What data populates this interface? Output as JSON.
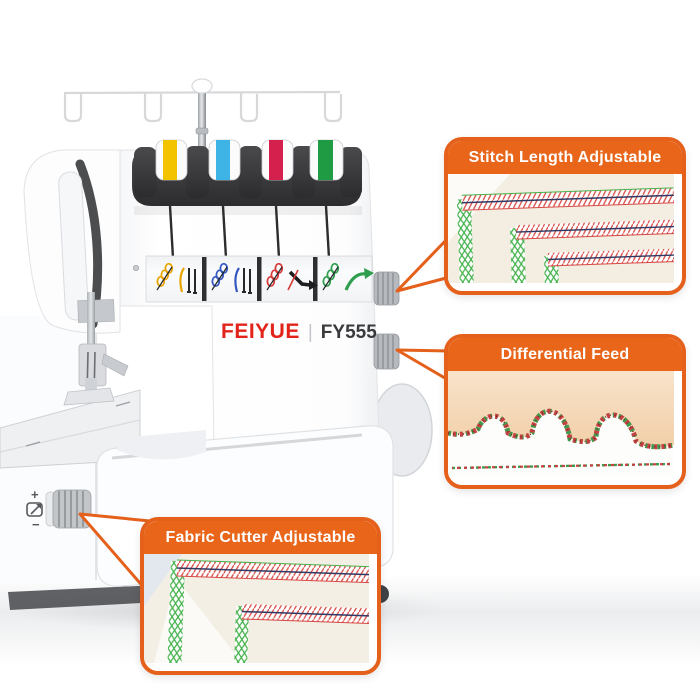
{
  "machine": {
    "brand": "FEIYUE",
    "separator": "|",
    "model": "FY555",
    "brand_color": "#e2231a",
    "model_color": "#3a3a3d",
    "tension_dials": [
      {
        "name": "tension-dial-yellow",
        "color": "#f3c300"
      },
      {
        "name": "tension-dial-blue",
        "color": "#3eb3e6"
      },
      {
        "name": "tension-dial-red",
        "color": "#d51f4c"
      },
      {
        "name": "tension-dial-green",
        "color": "#1f9b44"
      }
    ],
    "stitch_icon_colors": [
      "#e8a400",
      "#3457c0",
      "#d43a3a",
      "#2f9e4f"
    ],
    "cutter_knob": {
      "plus_label": "+",
      "minus_label": "−"
    }
  },
  "callouts": {
    "stitch_length": {
      "label": "Stitch Length Adjustable"
    },
    "differential_feed": {
      "label": "Differential Feed"
    },
    "fabric_cutter": {
      "label": "Fabric Cutter Adjustable"
    }
  },
  "colors": {
    "accent_orange": "#e8651a",
    "accent_orange_border": "#e4601b",
    "stitch_red": "#d84a45",
    "stitch_green": "#45b24c",
    "thread_navy": "#2e3a63",
    "fabric_cream": "#f3eee1",
    "fabric_peach": "#f5d8ba"
  }
}
